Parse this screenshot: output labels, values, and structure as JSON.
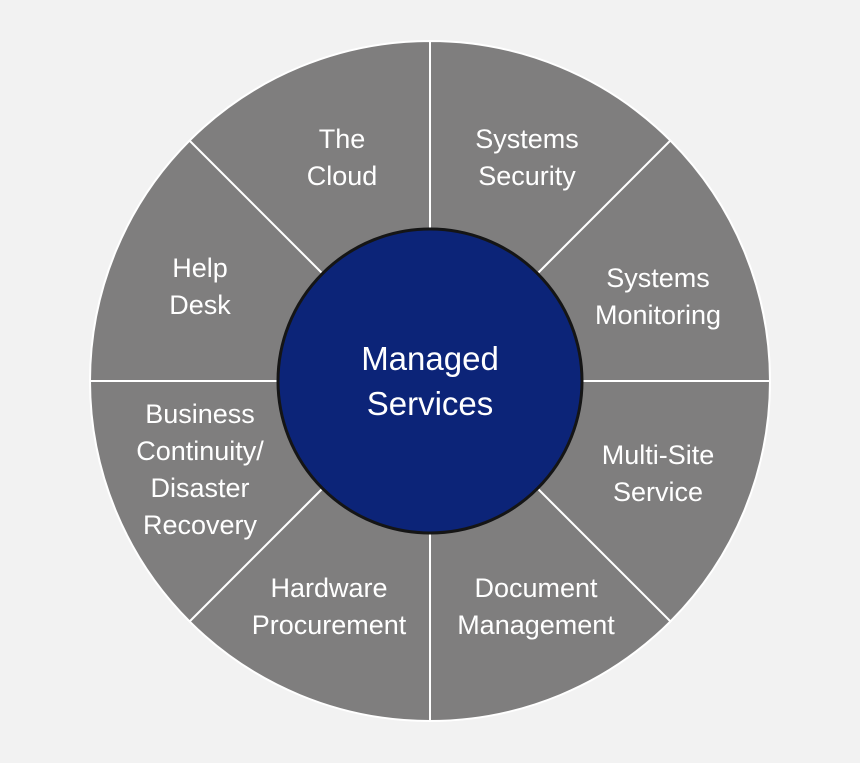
{
  "colors": {
    "background": "#f2f2f2",
    "segment_fill": "#7f7e7e",
    "divider": "#ffffff",
    "center_fill": "#0c2478",
    "center_stroke": "#151515",
    "text": "#ffffff"
  },
  "center": {
    "line1": "Managed",
    "line2": "Services"
  },
  "segments": [
    {
      "lines": [
        "Systems",
        "Security"
      ]
    },
    {
      "lines": [
        "Systems",
        "Monitoring"
      ]
    },
    {
      "lines": [
        "Multi-Site",
        "Service"
      ]
    },
    {
      "lines": [
        "Document",
        "Management"
      ]
    },
    {
      "lines": [
        "Hardware",
        "Procurement"
      ]
    },
    {
      "lines": [
        "Business",
        "Continuity/",
        "Disaster",
        "Recovery"
      ]
    },
    {
      "lines": [
        "Help",
        "Desk"
      ]
    },
    {
      "lines": [
        "The",
        "Cloud"
      ]
    }
  ]
}
